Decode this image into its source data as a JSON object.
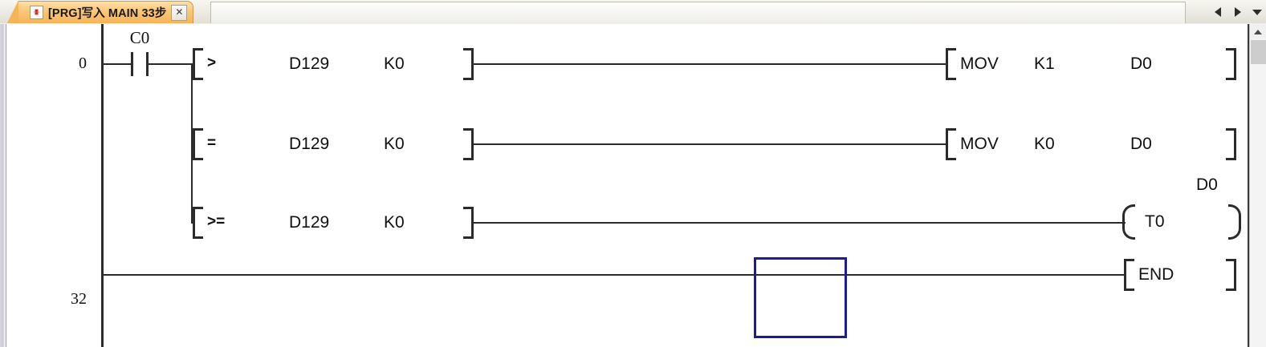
{
  "window": {
    "app_kind": "plc-ladder-editor"
  },
  "tabbar": {
    "active_tab": {
      "icon": "write-to-plc-icon",
      "label": "[PRG]写入 MAIN 33步",
      "close_label": "✕"
    },
    "nav": {
      "prev_label": "",
      "next_label": "",
      "menu_label": ""
    }
  },
  "ladder": {
    "rungs": [
      {
        "step": "0",
        "contact": {
          "label": "C0",
          "type": "normally-open"
        },
        "branches": [
          {
            "op": ">",
            "operand1": "D129",
            "operand2": "K0",
            "output": {
              "kind": "instruction",
              "op": "MOV",
              "operand1": "K1",
              "operand2": "D0"
            }
          },
          {
            "op": "=",
            "operand1": "D129",
            "operand2": "K0",
            "output": {
              "kind": "instruction",
              "op": "MOV",
              "operand1": "K0",
              "operand2": "D0"
            }
          },
          {
            "op": ">=",
            "operand1": "D129",
            "operand2": "K0",
            "output": {
              "kind": "coil",
              "device": "T0",
              "preset": "D0"
            }
          }
        ]
      },
      {
        "step": "32",
        "end_instruction": "END"
      }
    ]
  },
  "cursor": {
    "color": "#1c1c99"
  },
  "scrollbar": {
    "up_arrow": "scroll-up-icon"
  },
  "colors": {
    "tab_active": "#f6b45a",
    "line": "#2b2b2b",
    "cursor": "#1c1c99",
    "canvas": "#ffffff"
  }
}
